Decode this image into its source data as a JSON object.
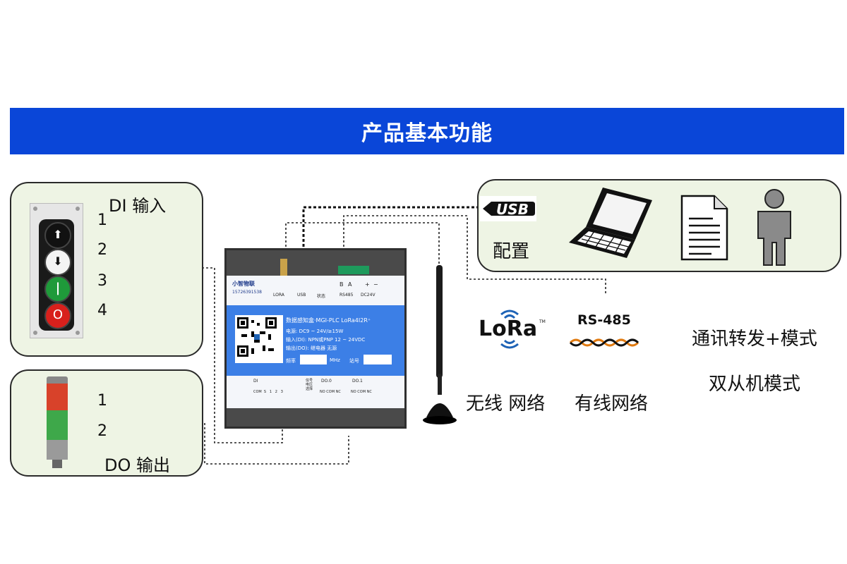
{
  "banner": {
    "title": "产品基本功能"
  },
  "di_panel": {
    "title": "DI 输入",
    "inputs": [
      "1",
      "2",
      "3",
      "4"
    ]
  },
  "do_panel": {
    "title": "DO 输出",
    "outputs": [
      "1",
      "2"
    ]
  },
  "config_panel": {
    "usb_logo": "USB",
    "label": "配置"
  },
  "device": {
    "brand": "小智物联",
    "phone": "15726391538",
    "ports": [
      "LORA",
      "USB",
      "状态",
      "RS485",
      "DC24V"
    ],
    "terminal_top": [
      "B",
      "A",
      "+",
      "−"
    ],
    "name": "数据感知盒·MGI-PLC  LoRa4I2R⁺",
    "spec_power": "电源: DC9 ~ 24V/≥15W",
    "spec_input": "输入(DI): NPN或PNP 12 ~ 24VDC",
    "spec_output": "输出(DO): 继电器 无源",
    "freq_label": "频率",
    "freq_unit": "MHz",
    "station_label": "站号",
    "di_label": "DI",
    "di_terms": "COM  S   1   2   3",
    "sig_label": "信号\n电压\n选择",
    "do0_label": "DO.0",
    "do0_terms": "NO COM NC",
    "do1_label": "DO.1",
    "do1_terms": "NO COM NC"
  },
  "network": {
    "lora_logo": "LoRa",
    "lora_tm": "TM",
    "rs485_logo": "RS-485",
    "wireless": "无线 网络",
    "wired": "有线网络",
    "forward_mode": "通讯转发+模式",
    "dual_slave": "双从机模式"
  },
  "colors": {
    "banner": "#0a46d8",
    "panel_bg": "#eef4e4",
    "device_blue": "#3c7fe6",
    "button_green": "#1f9a3a",
    "button_red": "#d8201c",
    "lora_blue": "#1e63b6"
  }
}
